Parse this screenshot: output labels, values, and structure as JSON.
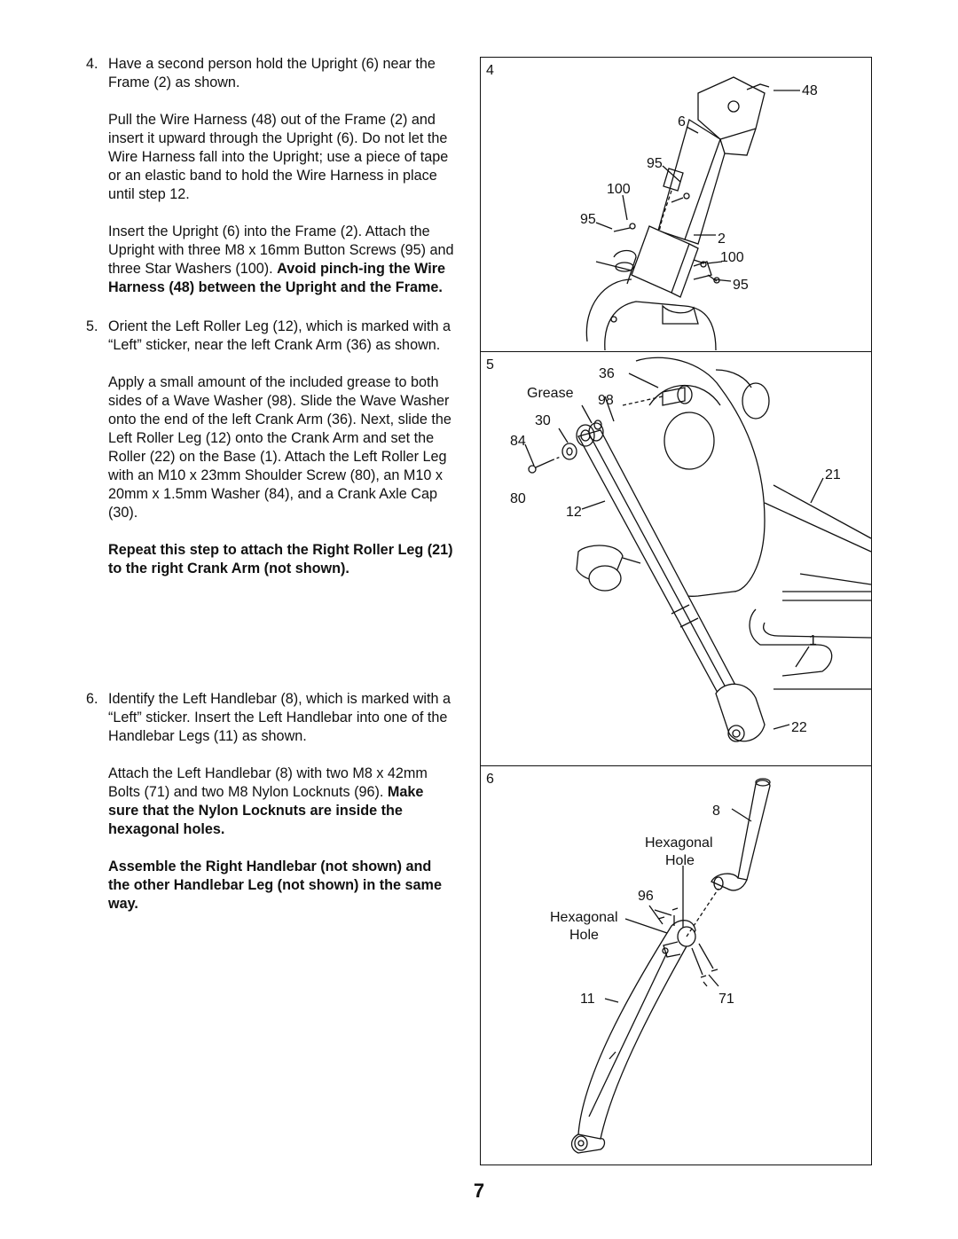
{
  "steps": [
    {
      "num": "4.",
      "p1": "Have a second person hold the Upright (6) near the Frame (2) as shown.",
      "p2": "Pull the Wire Harness (48) out of the Frame (2) and insert it upward through the Upright (6). Do not let the Wire Harness fall into the Upright; use a piece of tape or an elastic band to hold the Wire Harness in place until step 12.",
      "p3": "Insert the Upright (6) into the Frame (2). Attach the Upright with three M8 x 16mm Button Screws (95) and three Star Washers (100).",
      "p3_bold": "Avoid pinch-ing the Wire Harness (48) between the Upright and the Frame."
    },
    {
      "num": "5.",
      "p1": "Orient the Left Roller Leg (12), which is marked with a “Left” sticker, near the left Crank Arm (36) as shown.",
      "p2": "Apply a small amount of the included grease to both sides of a Wave Washer (98). Slide the Wave Washer onto the end of the left Crank Arm (36). Next, slide the Left Roller Leg (12) onto the Crank Arm and set the Roller (22) on the Base (1). Attach the Left Roller Leg with an M10 x 23mm Shoulder Screw (80), an M10 x 20mm x 1.5mm Washer (84), and a Crank Axle Cap (30).",
      "p3_bold": "Repeat this step to attach the Right Roller Leg (21) to the right Crank Arm (not shown)."
    },
    {
      "num": "6.",
      "p1": "Identify the Left Handlebar (8), which is marked with a “Left” sticker. Insert the Left Handlebar into one of the Handlebar Legs (11) as shown.",
      "p2": "Attach the Left Handlebar (8) with two M8 x 42mm Bolts (71) and two M8 Nylon Locknuts (96).",
      "p2_bold": "Make sure that the Nylon Locknuts are inside the hexagonal holes.",
      "p3_bold": "Assemble the Right Handlebar (not shown) and the other Handlebar Leg (not shown) in the same way."
    }
  ],
  "figures": [
    {
      "num": "4",
      "labels": [
        "48",
        "6",
        "95",
        "100",
        "95",
        "2",
        "100",
        "95"
      ]
    },
    {
      "num": "5",
      "labels": [
        "36",
        "Grease",
        "98",
        "30",
        "84",
        "80",
        "12",
        "21",
        "1",
        "22"
      ]
    },
    {
      "num": "6",
      "labels": [
        "8",
        "Hexagonal",
        "Hole",
        "96",
        "Hexagonal",
        "Hole",
        "11",
        "71"
      ]
    }
  ],
  "page_number": "7"
}
